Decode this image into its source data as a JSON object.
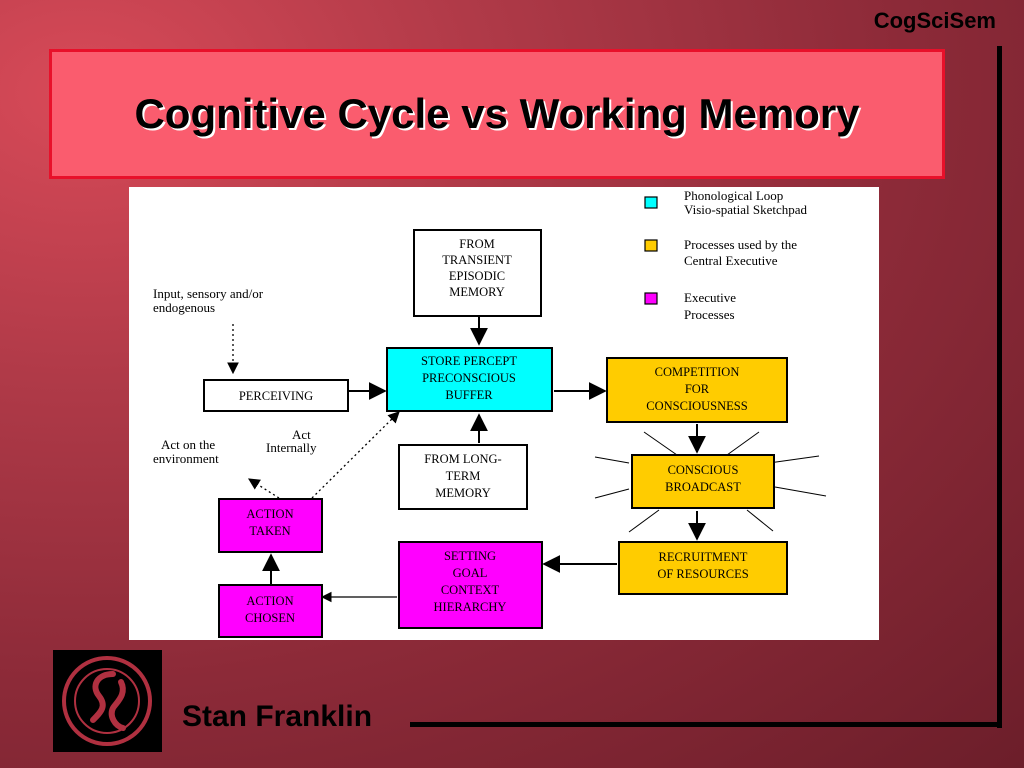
{
  "slide": {
    "brand": "CogSciSem",
    "title": "Cognitive Cycle vs Working Memory",
    "author": "Stan Franklin"
  },
  "colors": {
    "cyan": "#00ffff",
    "gold": "#ffcc00",
    "magenta": "#ff00ff",
    "title_bg": "#fa5c6e",
    "title_border": "#e8102a"
  },
  "legend": [
    {
      "swatch": "cyan",
      "lines": [
        "Phonological Loop",
        "Visio-spatial Sketchpad"
      ]
    },
    {
      "swatch": "gold",
      "lines": [
        "Processes used by the",
        "Central Executive"
      ]
    },
    {
      "swatch": "magenta",
      "lines": [
        "Executive",
        "Processes"
      ]
    }
  ],
  "nodes": {
    "transient": [
      "FROM",
      "TRANSIENT",
      "EPISODIC",
      "MEMORY"
    ],
    "store": [
      "STORE PERCEPT",
      "PRECONSCIOUS",
      "BUFFER"
    ],
    "perceiving": [
      "PERCEIVING"
    ],
    "longterm": [
      "FROM LONG-",
      "TERM",
      "MEMORY"
    ],
    "competition": [
      "COMPETITION",
      "FOR",
      "CONSCIOUSNESS"
    ],
    "broadcast": [
      "CONSCIOUS",
      "BROADCAST"
    ],
    "recruitment": [
      "RECRUITMENT",
      "OF RESOURCES"
    ],
    "goal": [
      "SETTING",
      "GOAL",
      "CONTEXT",
      "HIERARCHY"
    ],
    "taken": [
      "ACTION",
      "TAKEN"
    ],
    "chosen": [
      "ACTION",
      "CHOSEN"
    ]
  },
  "annotations": {
    "input": [
      "Input, sensory and/or",
      "endogenous"
    ],
    "act_env": [
      "Act on the",
      "environment"
    ],
    "act_int": [
      "Act",
      "Internally"
    ]
  }
}
